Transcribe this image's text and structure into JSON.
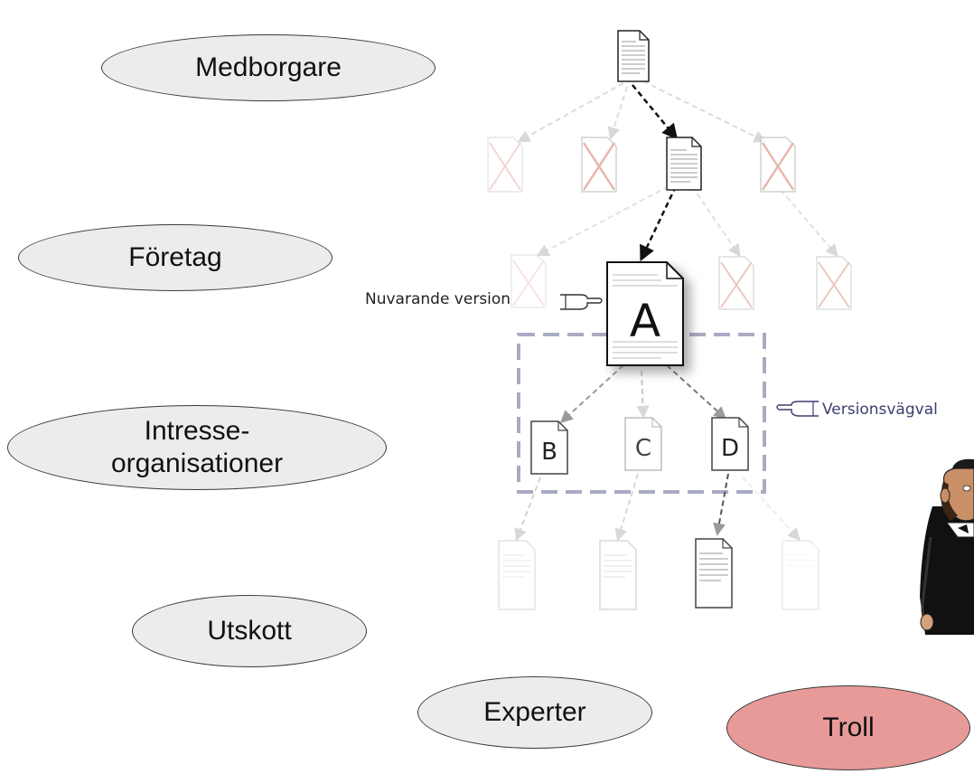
{
  "stakeholders": [
    {
      "id": "medborgare",
      "label": "Medborgare"
    },
    {
      "id": "foretag",
      "label": "Företag"
    },
    {
      "id": "intresse",
      "label_line1": "Intresse-",
      "label_line2": "organisationer"
    },
    {
      "id": "utskott",
      "label": "Utskott"
    },
    {
      "id": "experter",
      "label": "Experter"
    },
    {
      "id": "troll",
      "label": "Troll"
    }
  ],
  "version_tree": {
    "current_version_label": "Nuvarande version",
    "branch_label": "Versionsvägval",
    "current_doc_letter": "A",
    "branch_letters": [
      "B",
      "C",
      "D"
    ]
  },
  "colors": {
    "oval_fill": "#ececec",
    "troll_fill": "#e89a98",
    "branch_box": "#a9abc4",
    "rejected_cross": "#e2a59a"
  },
  "icons": [
    "document-icon",
    "rejected-document-icon",
    "pointing-hand-icon",
    "figure-illustration"
  ]
}
